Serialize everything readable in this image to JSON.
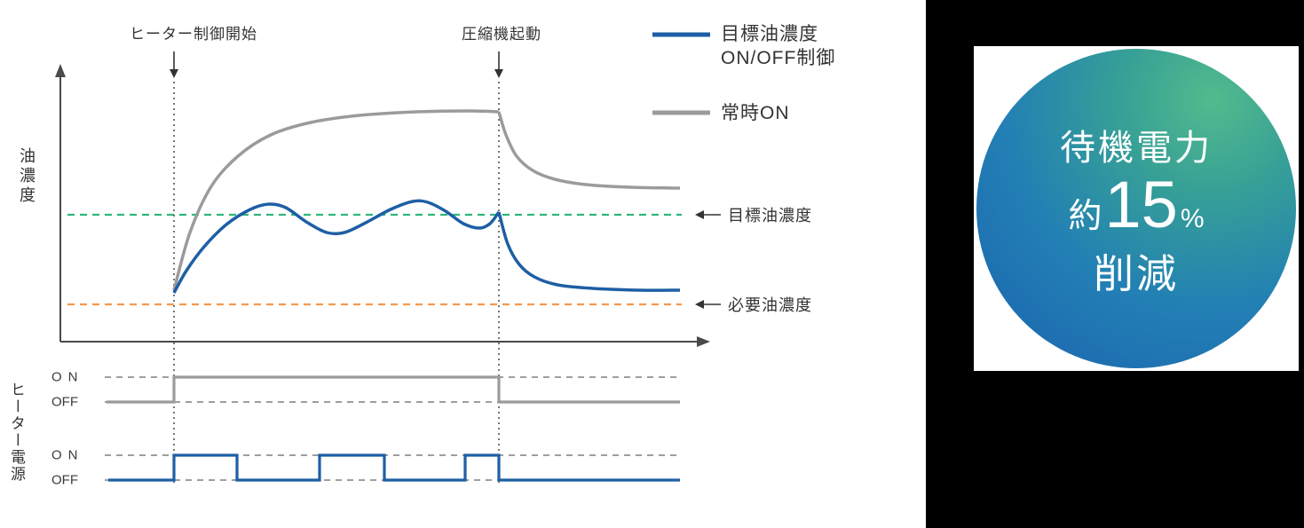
{
  "colors": {
    "blue": "#1d5fa5",
    "gray": "#9b9b9b",
    "green": "#2eb67d",
    "orange": "#f5994d",
    "axis": "#4a4a4a",
    "dotted": "#555555",
    "timing_dash": "#7f7f7f",
    "panel_bg": "#000000",
    "badge_green": "#52bb8c",
    "badge_blue": "#1b62ae"
  },
  "chart": {
    "y_axis_label": "油濃度",
    "annotation_heater_start": "ヒーター制御開始",
    "annotation_compressor_start": "圧縮機起動",
    "legend": {
      "onoff_line1": "目標油濃度",
      "onoff_line2": "ON/OFF制御",
      "always_on": "常時ON"
    },
    "target_line_label": "目標油濃度",
    "required_line_label": "必要油濃度"
  },
  "timing": {
    "group_label": "ヒーター電源",
    "row_always": {
      "on": "ON",
      "off": "OFF"
    },
    "row_onoff": {
      "on": "ON",
      "off": "OFF"
    }
  },
  "badge": {
    "line1": "待機電力",
    "approx": "約",
    "value": "15",
    "unit": "%",
    "line3": "削減"
  },
  "curves": {
    "gray_rise": [
      [
        196,
        327
      ],
      [
        214,
        262
      ],
      [
        238,
        210
      ],
      [
        268,
        176
      ],
      [
        305,
        152
      ],
      [
        350,
        138
      ],
      [
        405,
        130
      ],
      [
        470,
        126
      ],
      [
        530,
        125
      ],
      [
        562,
        126
      ]
    ],
    "gray_decay": [
      [
        562,
        126
      ],
      [
        570,
        152
      ],
      [
        582,
        176
      ],
      [
        600,
        192
      ],
      [
        625,
        202
      ],
      [
        660,
        208
      ],
      [
        710,
        211
      ],
      [
        766,
        212
      ]
    ],
    "blue_rise": [
      [
        196,
        330
      ],
      [
        210,
        305
      ],
      [
        230,
        278
      ],
      [
        255,
        253
      ],
      [
        282,
        236
      ],
      [
        303,
        230
      ],
      [
        322,
        234
      ],
      [
        345,
        250
      ],
      [
        368,
        262
      ],
      [
        388,
        262
      ],
      [
        412,
        251
      ],
      [
        440,
        236
      ],
      [
        465,
        227
      ],
      [
        482,
        228
      ],
      [
        502,
        238
      ],
      [
        522,
        252
      ],
      [
        540,
        257
      ],
      [
        552,
        252
      ],
      [
        562,
        239
      ]
    ],
    "blue_decay": [
      [
        562,
        239
      ],
      [
        572,
        275
      ],
      [
        585,
        298
      ],
      [
        602,
        312
      ],
      [
        628,
        321
      ],
      [
        668,
        325
      ],
      [
        720,
        327
      ],
      [
        766,
        327
      ]
    ],
    "wave_always": [
      [
        120,
        453
      ],
      [
        196,
        453
      ],
      [
        196,
        425
      ],
      [
        562,
        425
      ],
      [
        562,
        453
      ],
      [
        766,
        453
      ]
    ],
    "wave_onoff": [
      [
        122,
        541
      ],
      [
        196,
        541
      ],
      [
        196,
        513
      ],
      [
        267,
        513
      ],
      [
        267,
        541
      ],
      [
        360,
        541
      ],
      [
        360,
        513
      ],
      [
        433,
        513
      ],
      [
        433,
        541
      ],
      [
        524,
        541
      ],
      [
        524,
        513
      ],
      [
        562,
        513
      ],
      [
        562,
        541
      ],
      [
        766,
        541
      ]
    ]
  }
}
